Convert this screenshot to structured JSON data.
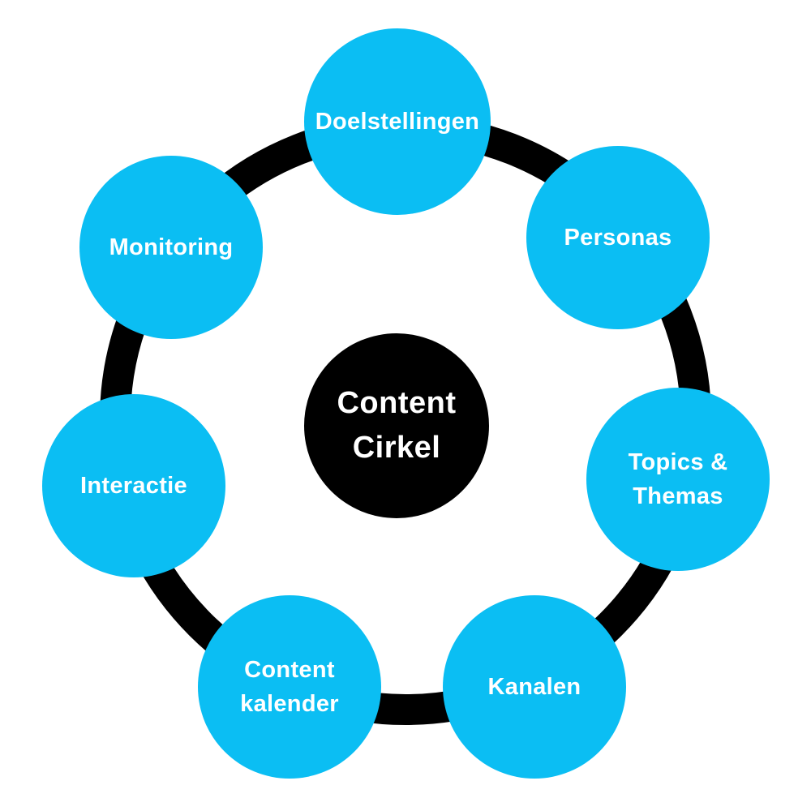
{
  "diagram": {
    "title": "Content Cirkel",
    "background_color": "#ffffff",
    "ring_color": "#000000",
    "node_color": "#0bbef3",
    "node_text_color": "#ffffff",
    "center_circle": {
      "label": "Content\nCirkel",
      "background": "#000000",
      "text_color": "#ffffff"
    },
    "nodes": [
      {
        "label": "Doelstellingen",
        "position": "top"
      },
      {
        "label": "Personas",
        "position": "top-right"
      },
      {
        "label": "Topics &\nThemas",
        "position": "right"
      },
      {
        "label": "Kanalen",
        "position": "bottom-right"
      },
      {
        "label": "Content\nkalender",
        "position": "bottom-left"
      },
      {
        "label": "Interactie",
        "position": "left"
      },
      {
        "label": "Monitoring",
        "position": "top-left"
      }
    ]
  }
}
